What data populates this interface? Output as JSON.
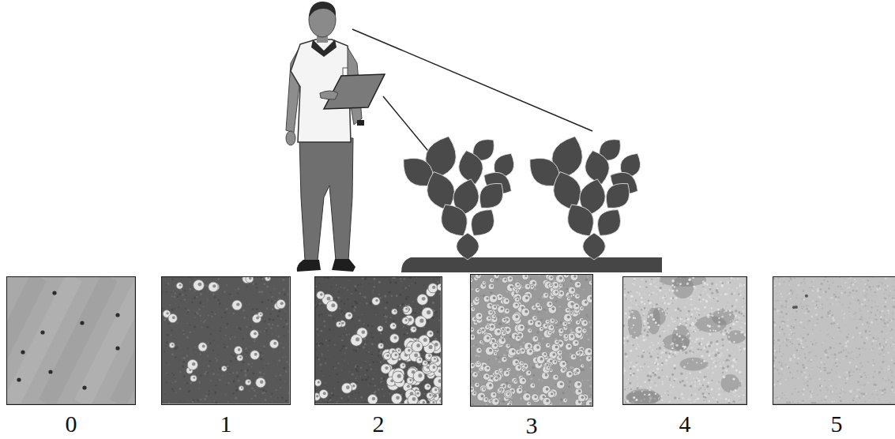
{
  "diagram": {
    "nodes": [
      {
        "text": [
          "0"
        ]
      },
      {
        "text": [
          "1"
        ]
      },
      {
        "text": [
          "2"
        ]
      },
      {
        "text": [
          "3"
        ]
      },
      {
        "text": [
          "4"
        ]
      },
      {
        "text": [
          "5"
        ]
      }
    ]
  }
}
